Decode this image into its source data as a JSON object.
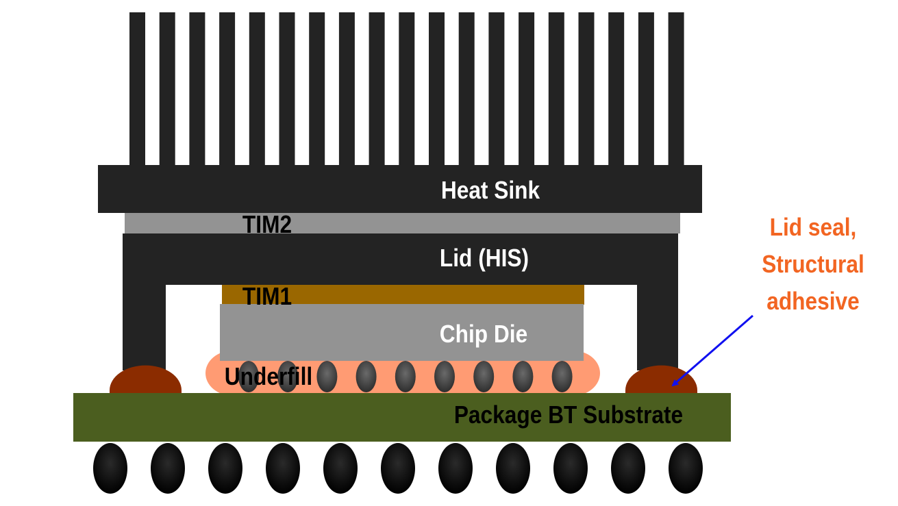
{
  "labels": {
    "heat_sink": "Heat Sink",
    "tim2": "TIM2",
    "lid": "Lid (HIS)",
    "tim1": "TIM1",
    "chip_die": "Chip Die",
    "underfill": "Underfill",
    "substrate": "Package BT Substrate"
  },
  "callout": {
    "lines": [
      "Lid seal,",
      "Structural",
      "adhesive"
    ]
  },
  "counts": {
    "heat_sink_fins": 19,
    "solder_bumps": 9,
    "bga_balls": 11
  },
  "colors": {
    "heat_sink": "#232323",
    "lid": "#232323",
    "tim2": "#939393",
    "tim1": "#9a6700",
    "chip_die": "#939393",
    "underfill": "#ff9b73",
    "bump": "#4a4a4a",
    "lid_seal": "#8b2c00",
    "substrate": "#4b5e1f",
    "bga_ball": "#0a0a0a",
    "callout_text": "#f26522",
    "arrow": "#1010f0"
  }
}
